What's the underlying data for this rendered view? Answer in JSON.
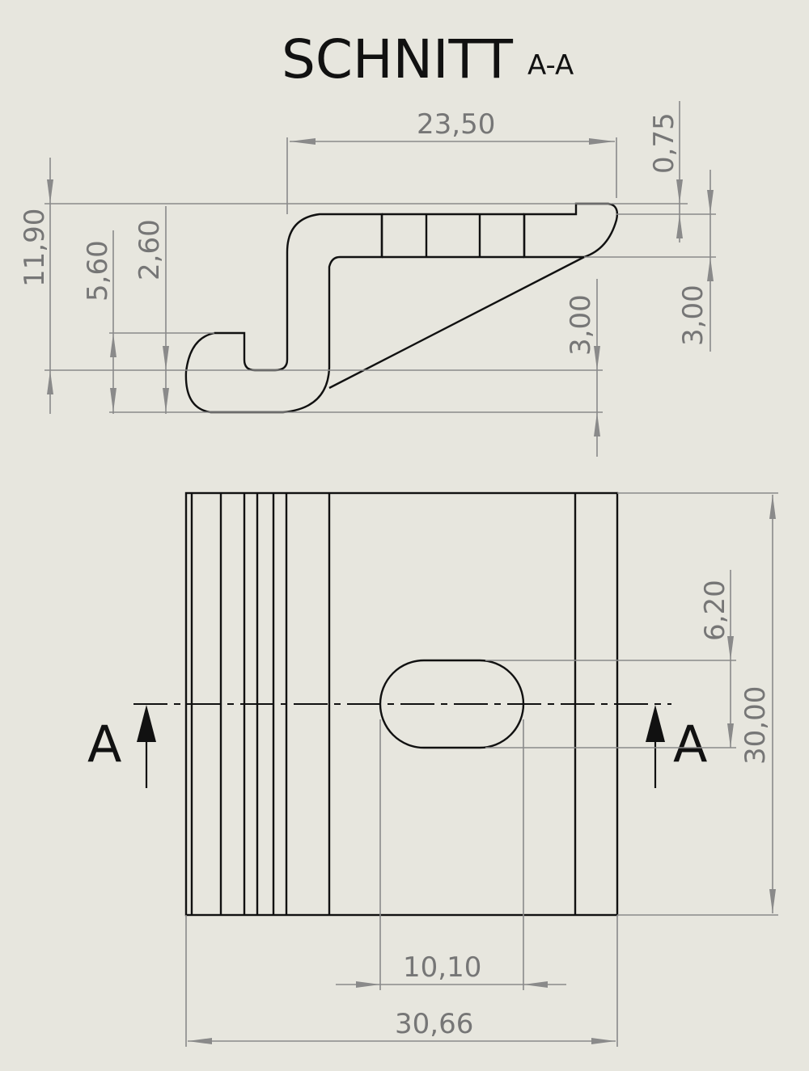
{
  "title": {
    "main": "SCHNITT",
    "sub": "A-A"
  },
  "section_view": {
    "dimensions": {
      "width_top": "23,50",
      "lip": "0,75",
      "height_total": "11,90",
      "hook_height": "5,60",
      "hook_gap": "2,60",
      "inner_drop": "3,00",
      "top_thickness": "3,00"
    }
  },
  "front_view": {
    "cut_label_left": "A",
    "cut_label_right": "A",
    "dimensions": {
      "slot_width": "6,20",
      "height": "30,00",
      "slot_length": "10,10",
      "width": "30,66"
    }
  }
}
